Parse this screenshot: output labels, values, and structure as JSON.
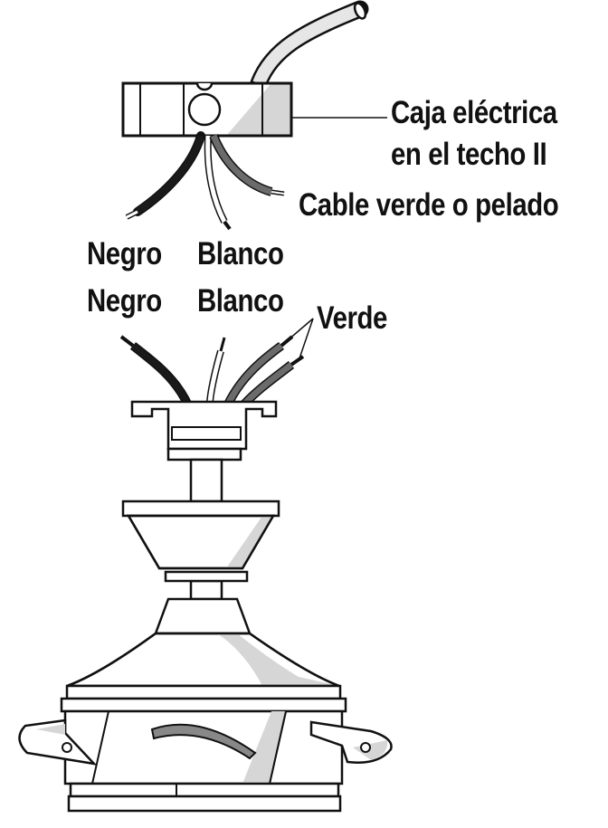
{
  "labels": {
    "box_line1": "Caja eléctrica",
    "box_line2": "en el techo II",
    "ground": "Cable verde o pelado",
    "black_top": "Negro",
    "white_top": "Blanco",
    "black_bottom": "Negro",
    "white_bottom": "Blanco",
    "green": "Verde"
  },
  "colors": {
    "outline": "#111111",
    "shade": "#d6d6d6",
    "black_wire": "#1a1a1a",
    "green_wire": "#6b6b6b",
    "white_wire": "#ffffff"
  }
}
